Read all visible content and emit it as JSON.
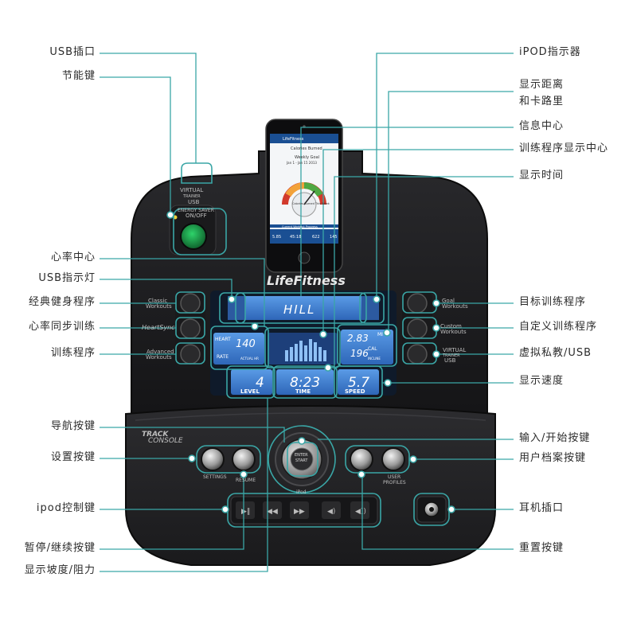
{
  "callouts_left": [
    {
      "id": "usb-port",
      "text": "USB插口"
    },
    {
      "id": "energy-saver-key",
      "text": "节能键"
    },
    {
      "id": "heart-rate-center",
      "text": "心率中心"
    },
    {
      "id": "usb-indicator",
      "text": "USB指示灯"
    },
    {
      "id": "classic-workouts",
      "text": "经典健身程序"
    },
    {
      "id": "heart-sync",
      "text": "心率同步训练"
    },
    {
      "id": "workout-programs",
      "text": "训练程序"
    },
    {
      "id": "nav-keys",
      "text": "导航按键"
    },
    {
      "id": "settings-key",
      "text": "设置按键"
    },
    {
      "id": "ipod-control",
      "text": "ipod控制键"
    },
    {
      "id": "pause-resume",
      "text": "暂停/继续按键"
    },
    {
      "id": "incline-resistance",
      "text": "显示坡度/阻力"
    }
  ],
  "callouts_right": [
    {
      "id": "ipod-indicator",
      "text": "iPOD指示器"
    },
    {
      "id": "distance-calories",
      "text": "显示距离\n和卡路里"
    },
    {
      "id": "message-center",
      "text": "信息中心"
    },
    {
      "id": "program-display",
      "text": "训练程序显示中心"
    },
    {
      "id": "time-display",
      "text": "显示时间"
    },
    {
      "id": "goal-workouts",
      "text": "目标训练程序"
    },
    {
      "id": "custom-workouts",
      "text": "自定义训练程序"
    },
    {
      "id": "virtual-trainer",
      "text": "虚拟私教/USB"
    },
    {
      "id": "speed-display",
      "text": "显示速度"
    },
    {
      "id": "enter-start",
      "text": "输入/开始按键"
    },
    {
      "id": "user-profiles-key",
      "text": "用户档案按键"
    },
    {
      "id": "headphone-jack",
      "text": "耳机插口"
    },
    {
      "id": "reset-key",
      "text": "重置按键"
    }
  ],
  "console": {
    "brand": "LifeFitness",
    "usb_label": "USB",
    "virtual_label": "VIRTUAL",
    "trainer_label": "TRAINER",
    "energy_saver": "ENERGY SAVER",
    "on_off": "ON/OFF",
    "track_console_1": "TRACK",
    "track_console_2": "CONSOLE",
    "classic_label": "Classic",
    "classic_label2": "Workouts",
    "heartsync_label": "HeartSync",
    "advanced_label": "Advanced",
    "advanced_label2": "Workouts",
    "goal_label": "Goal",
    "goal_label2": "Workouts",
    "custom_label": "Custom",
    "custom_label2": "Workouts",
    "virtual_right": "VIRTUAL",
    "trainer_right": "TRAINER",
    "usb_right": "USB",
    "message": "HILL",
    "hr_value": "140",
    "hr_heart": "HEART",
    "hr_rate": "RATE",
    "hr_actual": "ACTUAL HR",
    "dist_value": "2.83",
    "cal_value": "196",
    "dist_unit": "MI",
    "cal_unit": "CAL",
    "incline_label": "INCLINE",
    "level_value": "4",
    "level_label": "LEVEL",
    "time_value": "8:23",
    "time_label": "TIME",
    "speed_value": "5.7",
    "speed_label": "SPEED",
    "settings_label": "SETTINGS",
    "resume_label": "RESUME",
    "enter_label": "ENTER",
    "start_label": "START",
    "user_label": "USER",
    "profiles_label": "PROFILES",
    "ipod_label": "iPod"
  },
  "phone": {
    "header": "LifeFitness",
    "title": "Calories Burned",
    "subtitle": "Weekly Goal",
    "dates": "Jan 1 - Jan 15 2013",
    "gauge_text": "Calories Burned This Week",
    "program": "Current Workout Progress",
    "stats": [
      "5.85",
      "45:18",
      "622",
      "145"
    ]
  },
  "colors": {
    "accent": "#3aa6a6",
    "lcd": "#3e7fd0",
    "lcd_dark": "#1d3f7a",
    "body": "#1f1f21"
  }
}
